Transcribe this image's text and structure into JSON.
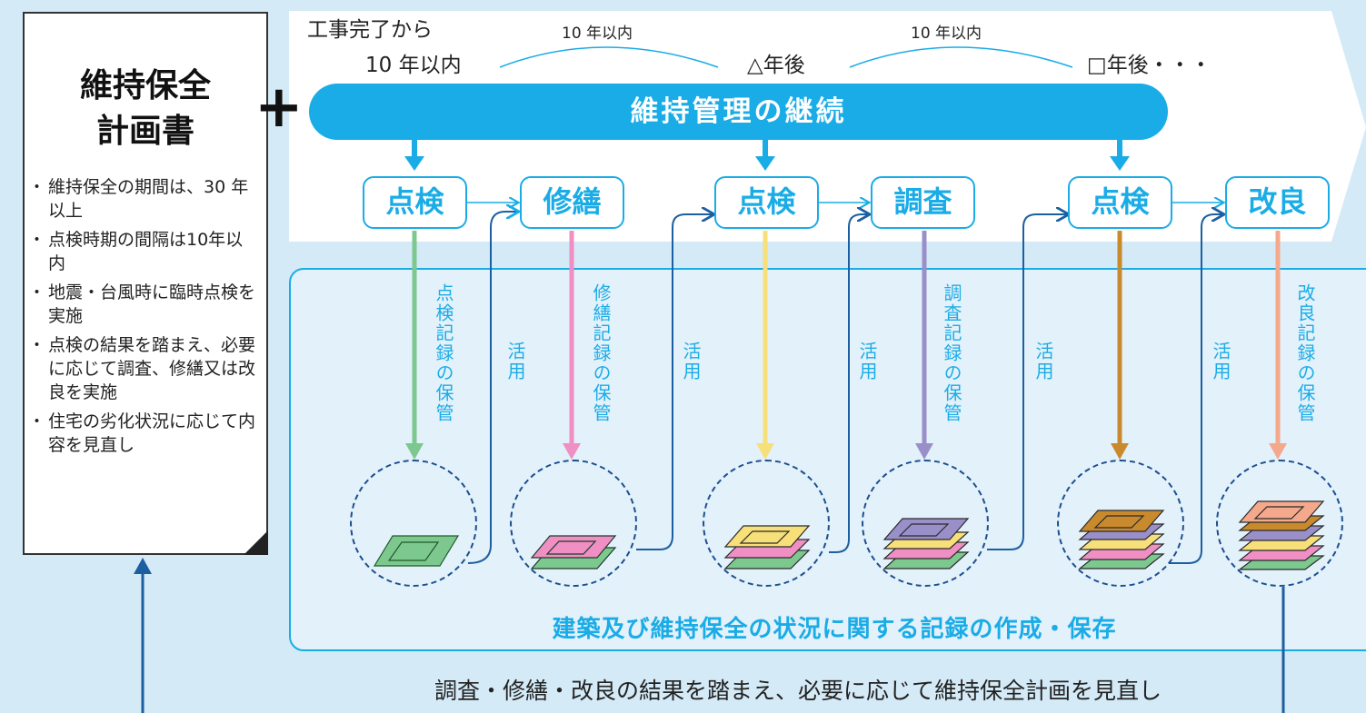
{
  "plan": {
    "title_line1": "維持保全",
    "title_line2": "計画書",
    "notes": [
      "維持保全の期間は、30 年以上",
      "点検時期の間隔は10年以内",
      "地震・台風時に臨時点検を実施",
      "点検の結果を踏まえ、必要に応じて調査、修繕又は改良を実施",
      "住宅の劣化状況に応じて内容を見直し"
    ]
  },
  "plus_symbol": "+",
  "timeline": {
    "start_line1": "工事完了から",
    "start_line2": "10 年以内",
    "interval1": "10 年以内",
    "mid": "△年後",
    "interval2": "10 年以内",
    "end": "□年後・・・"
  },
  "main_bar": "維持管理の継続",
  "steps": [
    "点検",
    "修繕",
    "点検",
    "調査",
    "点検",
    "改良"
  ],
  "records": {
    "inspection": "点検記録の保管",
    "repair": "修繕記録の保管",
    "survey": "調査記録の保管",
    "improvement": "改良記録の保管"
  },
  "utilize_label": "活用",
  "record_caption": "建築及び維持保全の状況に関する記録の作成・保存",
  "review_text": "調査・修繕・改良の結果を踏まえ、必要に応じて維持保全計画を見直し",
  "colors": {
    "accent": "#1aace6",
    "dark_blue": "#1c5fa0",
    "inspection_1": "#7dc88e",
    "repair": "#ef8fc3",
    "inspection_2": "#f7df7a",
    "survey": "#9a90c9",
    "inspection_3": "#c98a2e",
    "improvement": "#f4a98d"
  }
}
